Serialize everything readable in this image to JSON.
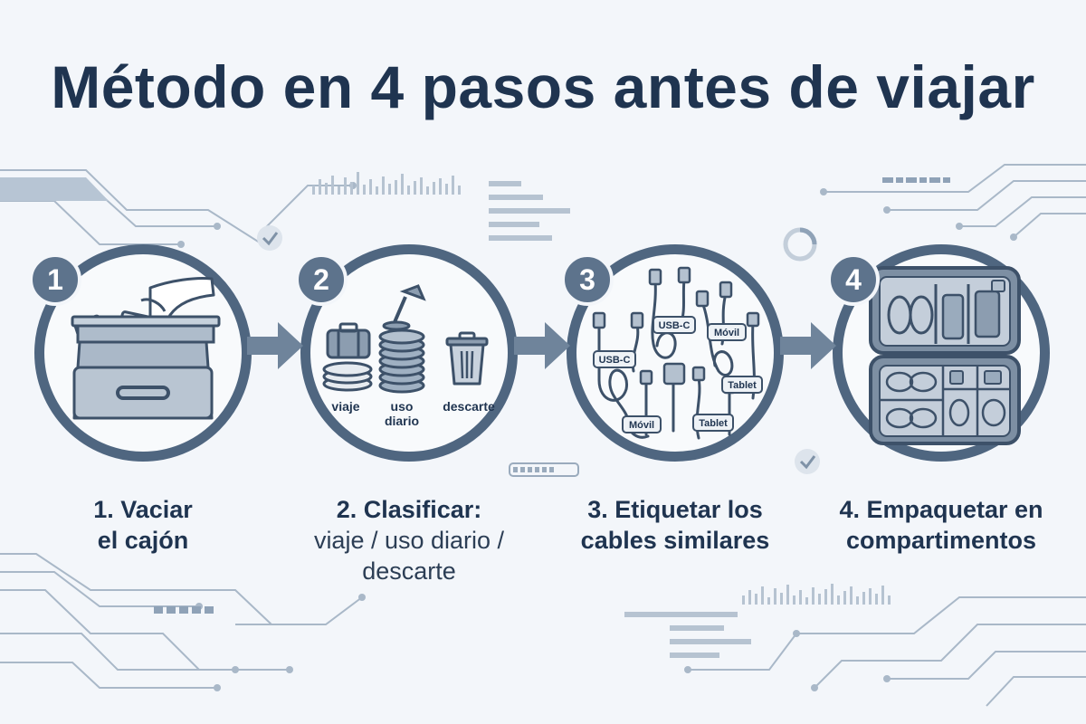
{
  "title": "Método en 4 pasos antes de viajar",
  "colors": {
    "ring": "#4f6680",
    "ink": "#1f3450",
    "badge": "#5d738c",
    "arrow": "#6f849b",
    "background": "#f3f6fa",
    "line": "#a9b8c8"
  },
  "steps": [
    {
      "number": "1",
      "title_line1": "1. Vaciar",
      "title_line2": "el cajón",
      "icon": "drawer-icon"
    },
    {
      "number": "2",
      "title_line1": "2. Clasificar:",
      "subtitle_line1": "viaje / uso diario /",
      "subtitle_line2": "descarte",
      "labels": {
        "travel": "viaje",
        "daily_1": "uso",
        "daily_2": "diario",
        "discard": "descarte"
      },
      "icon": "sorting-icon"
    },
    {
      "number": "3",
      "title_line1": "3. Etiquetar los",
      "title_line2": "cables similares",
      "tags": [
        "USB-C",
        "USB-C",
        "Móvil",
        "Móvil",
        "Tablet",
        "Tablet"
      ],
      "icon": "cable-tags-icon"
    },
    {
      "number": "4",
      "title_line1": "4. Empaquetar en",
      "title_line2": "compartimentos",
      "icon": "organizer-case-icon"
    }
  ]
}
